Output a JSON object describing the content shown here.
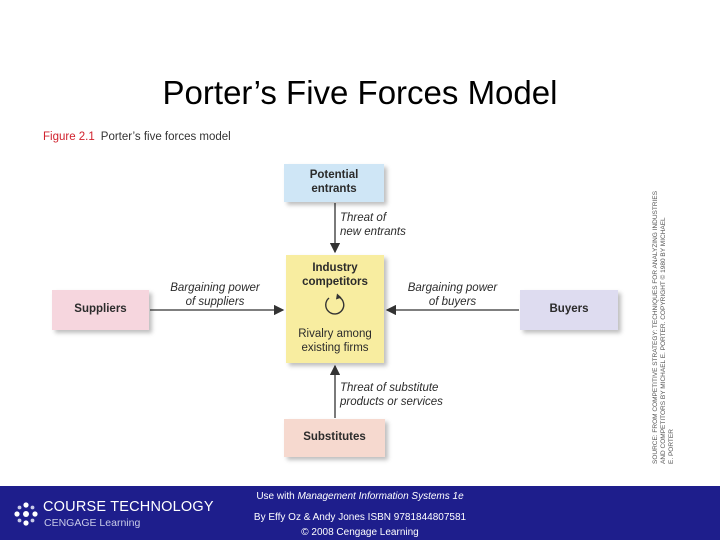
{
  "slide": {
    "title": "Porter’s Five Forces Model"
  },
  "figure": {
    "number": "Figure 2.1",
    "caption": "Porter’s five forces model"
  },
  "diagram": {
    "top_box": [
      "Potential",
      "entrants"
    ],
    "left_box": "Suppliers",
    "right_box": "Buyers",
    "bottom_box": "Substitutes",
    "center_title": [
      "Industry",
      "competitors"
    ],
    "center_subtitle": [
      "Rivalry among",
      "existing firms"
    ],
    "label_top": [
      "Threat of",
      "new entrants"
    ],
    "label_left": [
      "Bargaining power",
      "of suppliers"
    ],
    "label_right": [
      "Bargaining power",
      "of buyers"
    ],
    "label_bottom": [
      "Threat of substitute",
      "products or services"
    ]
  },
  "source_note": [
    "SOURCE: FROM COMPETITIVE STRATEGY: TECHNIQUES FOR ANALYZING INDUSTRIES",
    "AND COMPETITORS BY MICHAEL E. PORTER. COPYRIGHT © 1980 BY MICHAEL",
    "E. PORTER"
  ],
  "footer": {
    "logo_name": "COURSE TECHNOLOGY",
    "logo_sub": "CENGAGE Learning",
    "line1_prefix": "Use with ",
    "line1_title": "Management Information Systems 1e",
    "line2": "By Effy Oz & Andy Jones ISBN 9781844807581",
    "line3": "© 2008 Cengage Learning"
  },
  "colors": {
    "footer_bg": "#1e1e8c",
    "figure_number": "#d0212d",
    "top_box": "#cfe6f6",
    "left_box": "#f6d6de",
    "right_box": "#dedcf0",
    "bottom_box": "#f6d9cf",
    "center_box": "#f8eda0"
  }
}
